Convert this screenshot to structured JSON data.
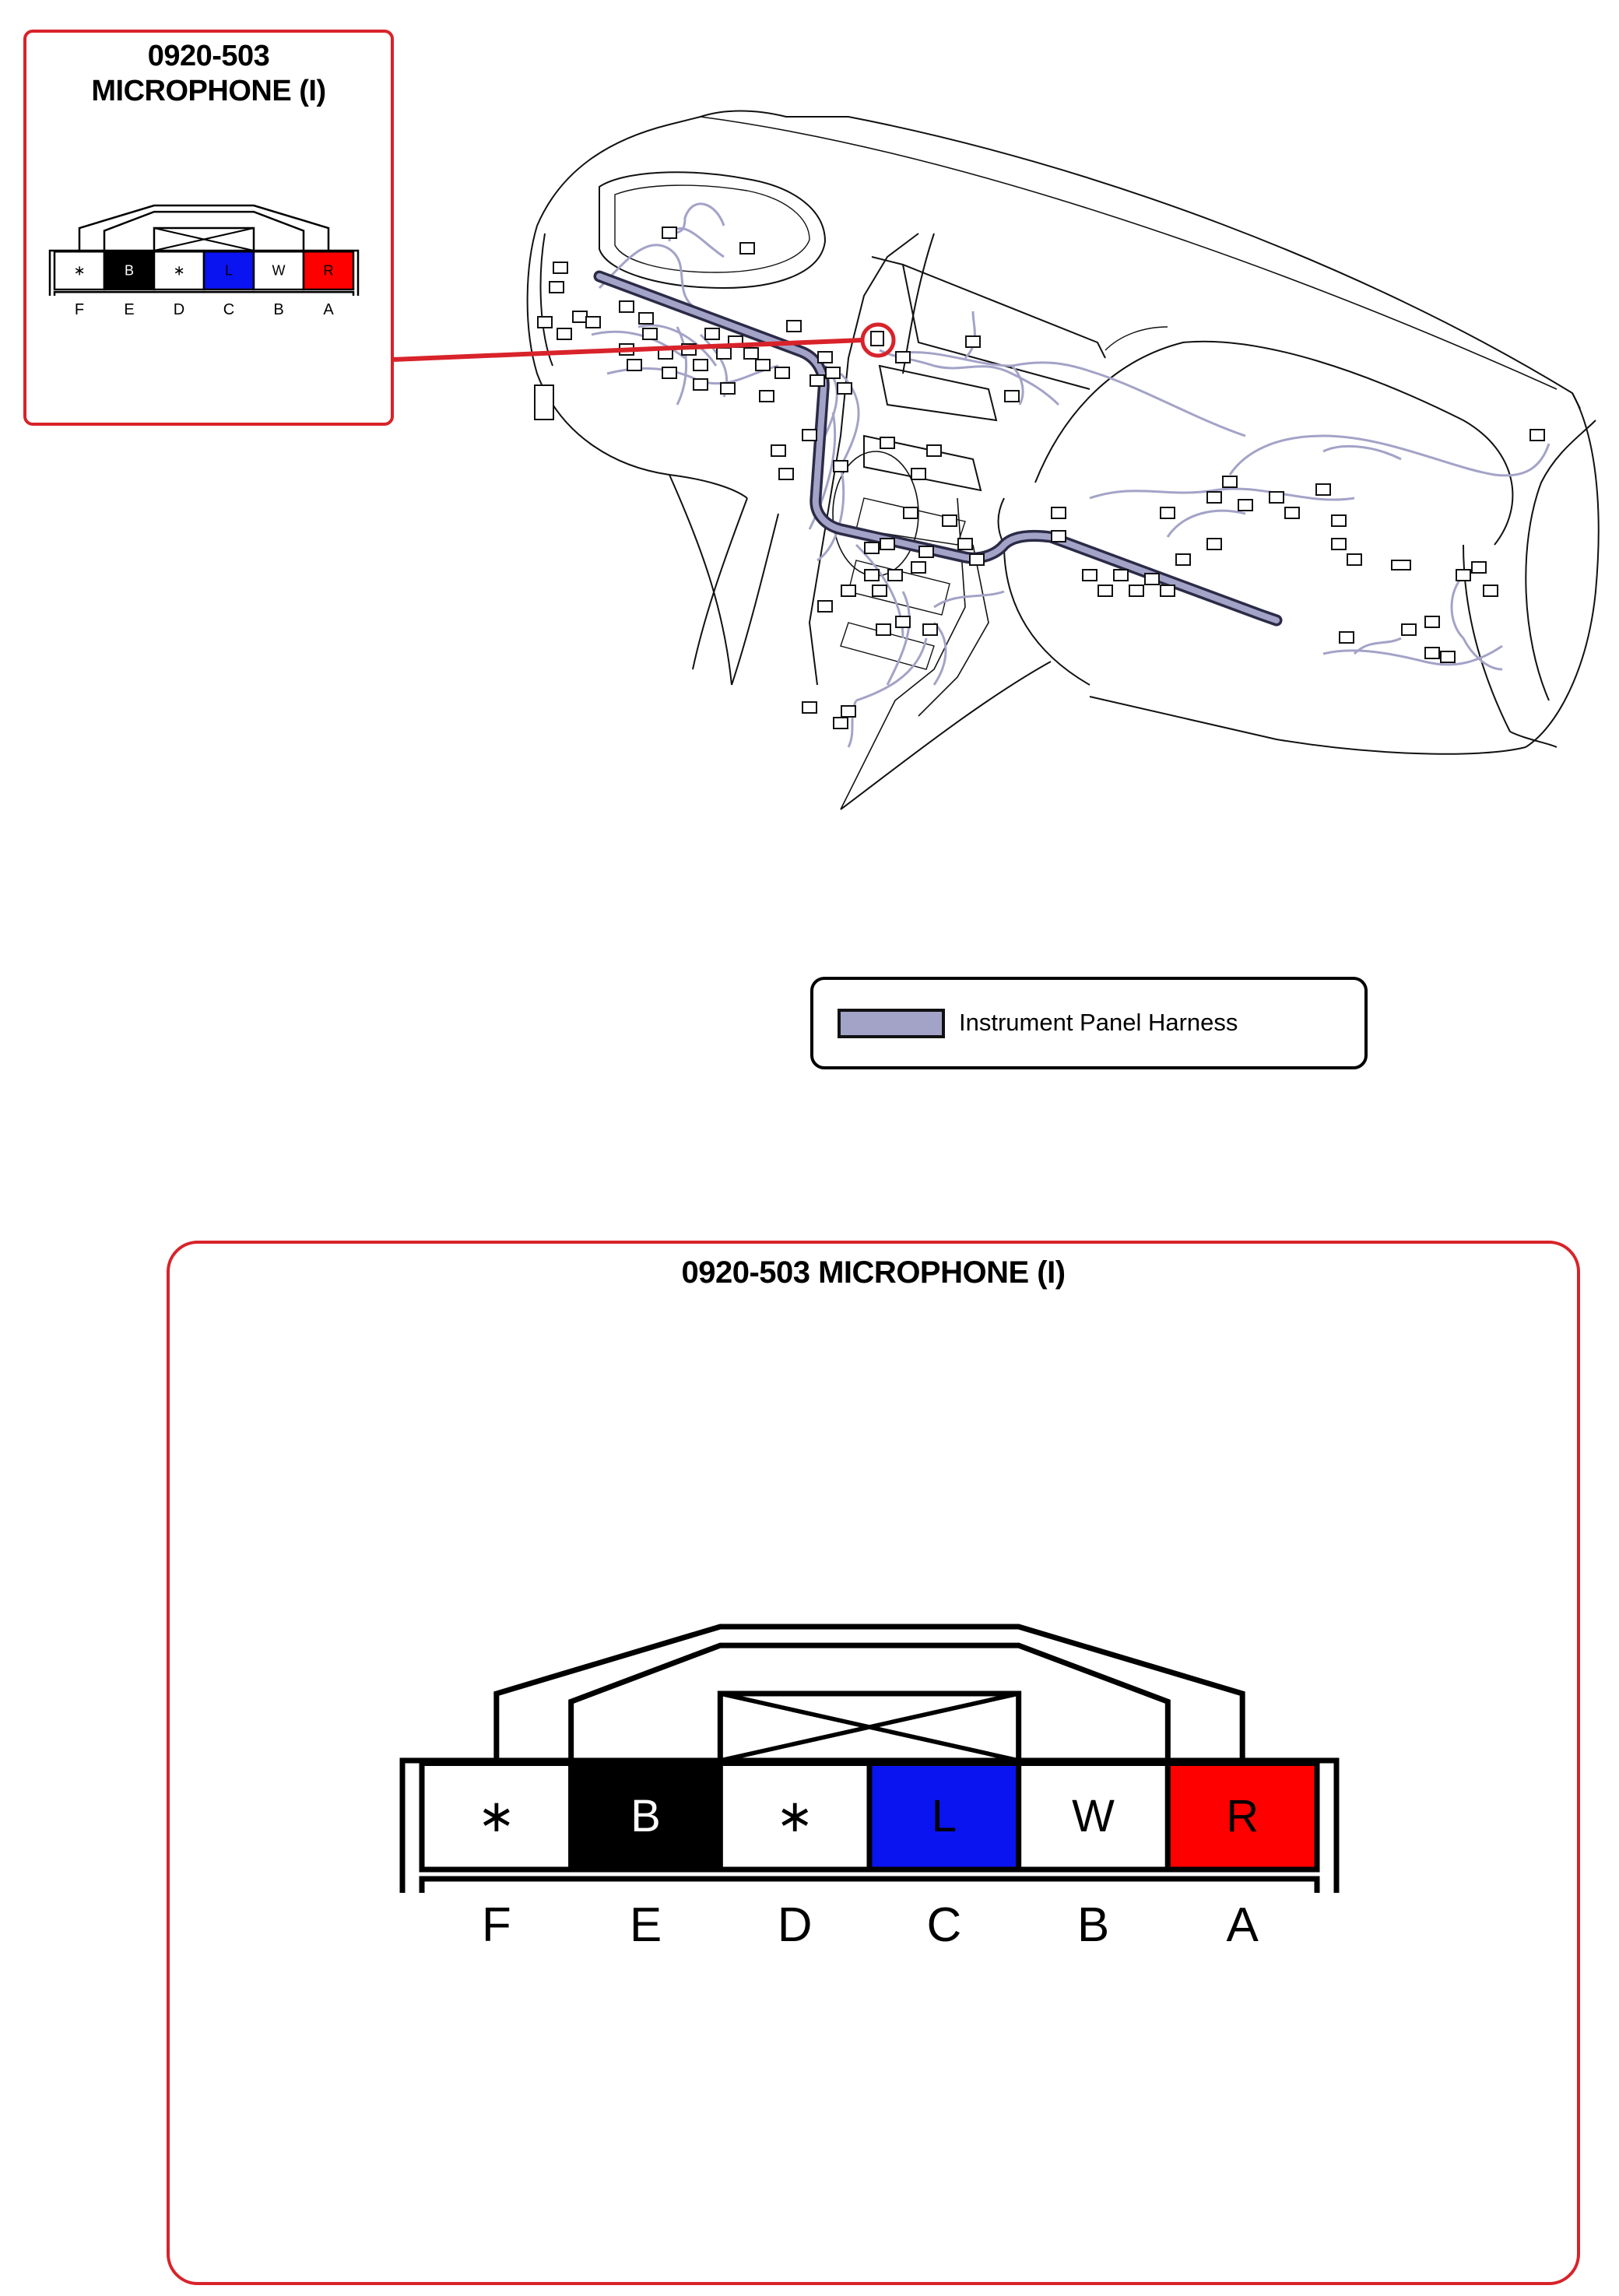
{
  "callout": {
    "code": "0920-503",
    "name": "MICROPHONE (I)"
  },
  "detail": {
    "title": "0920-503 MICROPHONE (I)"
  },
  "legend": {
    "label": "Instrument Panel Harness",
    "swatch_color": "#a3a3c8"
  },
  "colors": {
    "frame": "#d8232a",
    "harness": "#a3a3c8",
    "harness_outline": "#2b2b47"
  },
  "connector": {
    "terminals": [
      {
        "pin": "F",
        "wire": "∗",
        "fill": "#ffffff",
        "text_color": "#000000"
      },
      {
        "pin": "E",
        "wire": "B",
        "fill": "#000000",
        "text_color": "#ffffff"
      },
      {
        "pin": "D",
        "wire": "∗",
        "fill": "#ffffff",
        "text_color": "#000000"
      },
      {
        "pin": "C",
        "wire": "L",
        "fill": "#0a14f0",
        "text_color": "#000000"
      },
      {
        "pin": "B",
        "wire": "W",
        "fill": "#ffffff",
        "text_color": "#000000"
      },
      {
        "pin": "A",
        "wire": "R",
        "fill": "#ff0000",
        "text_color": "#000000"
      }
    ]
  }
}
